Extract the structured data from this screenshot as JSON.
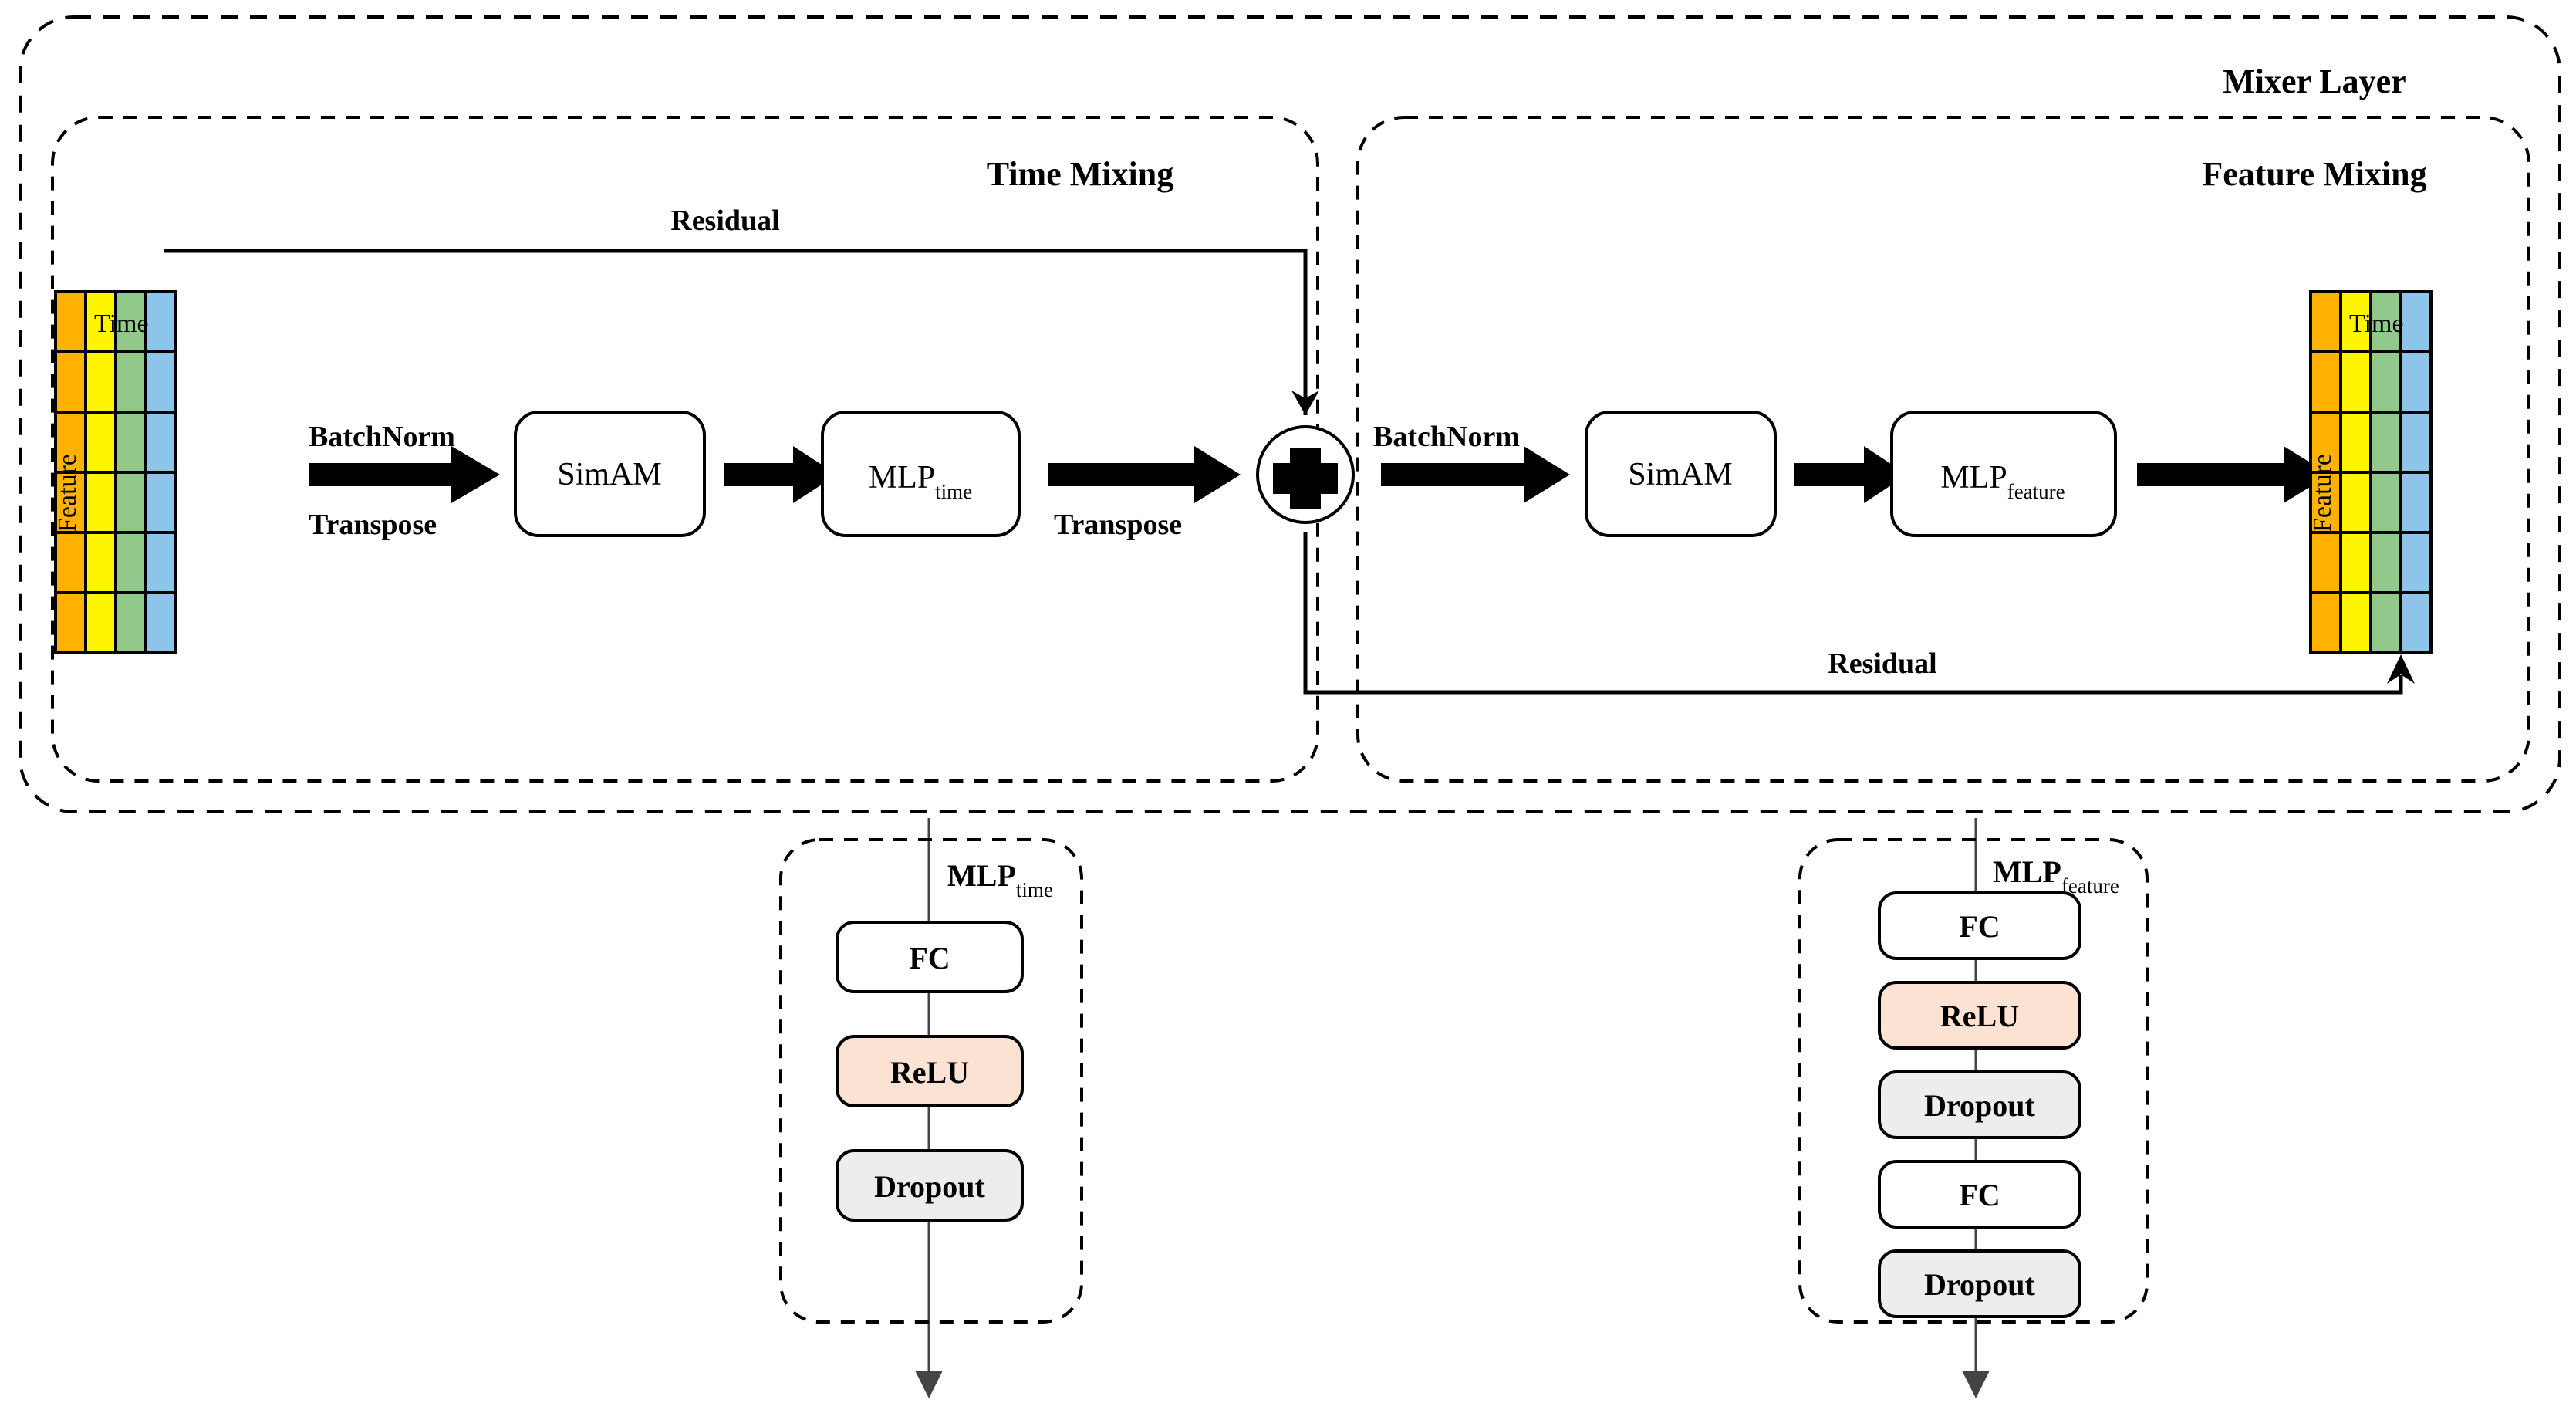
{
  "diagram": {
    "outer_label": "Mixer Layer",
    "blocks": [
      {
        "id": "time-mixing",
        "title": "Time Mixing"
      },
      {
        "id": "feature-mixing",
        "title": "Feature Mixing"
      }
    ],
    "residual_left_label": "Residual",
    "residual_right_label": "Residual",
    "tensor_left": {
      "time_label": "Time",
      "feature_label": "Feature",
      "rows": 6,
      "cols": 4,
      "column_colors": [
        "#FFB300",
        "#FFF500",
        "#90C98A",
        "#8CC4EA"
      ]
    },
    "tensor_right": {
      "time_label": "Time",
      "feature_label": "Feature",
      "rows": 6,
      "cols": 4,
      "column_colors": [
        "#FFB300",
        "#FFF500",
        "#90C98A",
        "#8CC4EA"
      ]
    },
    "time_branch": {
      "arrow1_top": "BatchNorm",
      "arrow1_bottom": "Transpose",
      "node1": "SimAM",
      "node2_main": "MLP",
      "node2_sub": "time",
      "arrow3_bottom": "Transpose"
    },
    "feature_branch": {
      "arrow1_top": "BatchNorm",
      "node1": "SimAM",
      "node2_main": "MLP",
      "node2_sub": "feature"
    },
    "add_node": {
      "symbol": "+",
      "name": "add"
    },
    "mlp_time_detail": {
      "title_main": "MLP",
      "title_sub": "time",
      "steps": [
        {
          "label": "FC",
          "fill": "#ffffff"
        },
        {
          "label": "ReLU",
          "fill": "#FBE2D2"
        },
        {
          "label": "Dropout",
          "fill": "#EDEDED"
        }
      ]
    },
    "mlp_feature_detail": {
      "title_main": "MLP",
      "title_sub": "feature",
      "steps": [
        {
          "label": "FC",
          "fill": "#ffffff"
        },
        {
          "label": "ReLU",
          "fill": "#FBE2D2"
        },
        {
          "label": "Dropout",
          "fill": "#EDEDED"
        },
        {
          "label": "FC",
          "fill": "#ffffff"
        },
        {
          "label": "Dropout",
          "fill": "#EDEDED"
        }
      ]
    },
    "colors": {
      "orange": "#FFB300",
      "yellow": "#FFF500",
      "green": "#90C98A",
      "blue": "#8CC4EA",
      "relu": "#FBE2D2",
      "dropout": "#EDEDED",
      "stroke": "#000000"
    }
  }
}
